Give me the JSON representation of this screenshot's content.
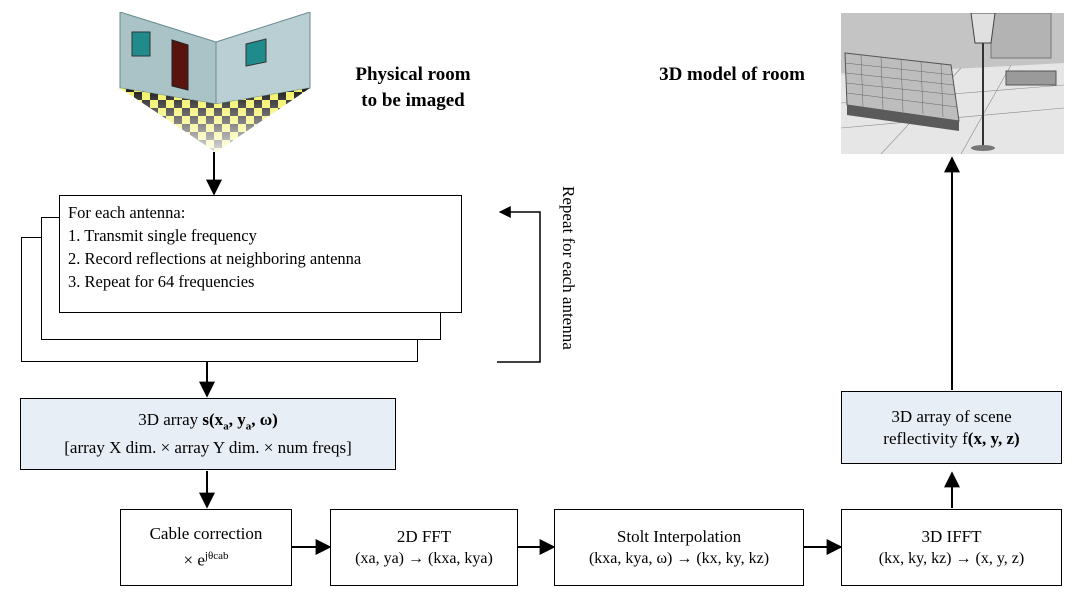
{
  "room_label": {
    "line1": "Physical room",
    "line2": "to be imaged"
  },
  "model_label": "3D model of room",
  "antenna_box": {
    "lines": [
      "For each antenna:",
      "1. Transmit single frequency",
      "2. Record reflections at neighboring antenna",
      "3. Repeat for 64 frequencies"
    ]
  },
  "repeat_label": "Repeat for each antenna",
  "array_box": {
    "line1_prefix": "3D array ",
    "line1_func": "s(x",
    "line1_sub_a": "a",
    "line1_mid": ", y",
    "line1_sub_b": "a",
    "line1_end": ", ω)",
    "line2": "[array X dim. × array Y dim. × num freqs]"
  },
  "reflectivity_box": {
    "line1": "3D array of scene",
    "line2_prefix": "reflectivity f",
    "line2_bold": "(x, y, z)"
  },
  "cable_box": {
    "line1": "Cable correction",
    "line2_prefix": "× e",
    "line2_sup": "jθcab"
  },
  "fft_box": {
    "line1": "2D FFT",
    "line2": "(xa, ya) → (kxa, kya)"
  },
  "stolt_box": {
    "line1": "Stolt Interpolation",
    "line2": "(kxa, kya, ω) → (kx, ky, kz)"
  },
  "ifft_box": {
    "line1": "3D IFFT",
    "line2": "(kx, ky, kz) → (x, y, z)"
  }
}
